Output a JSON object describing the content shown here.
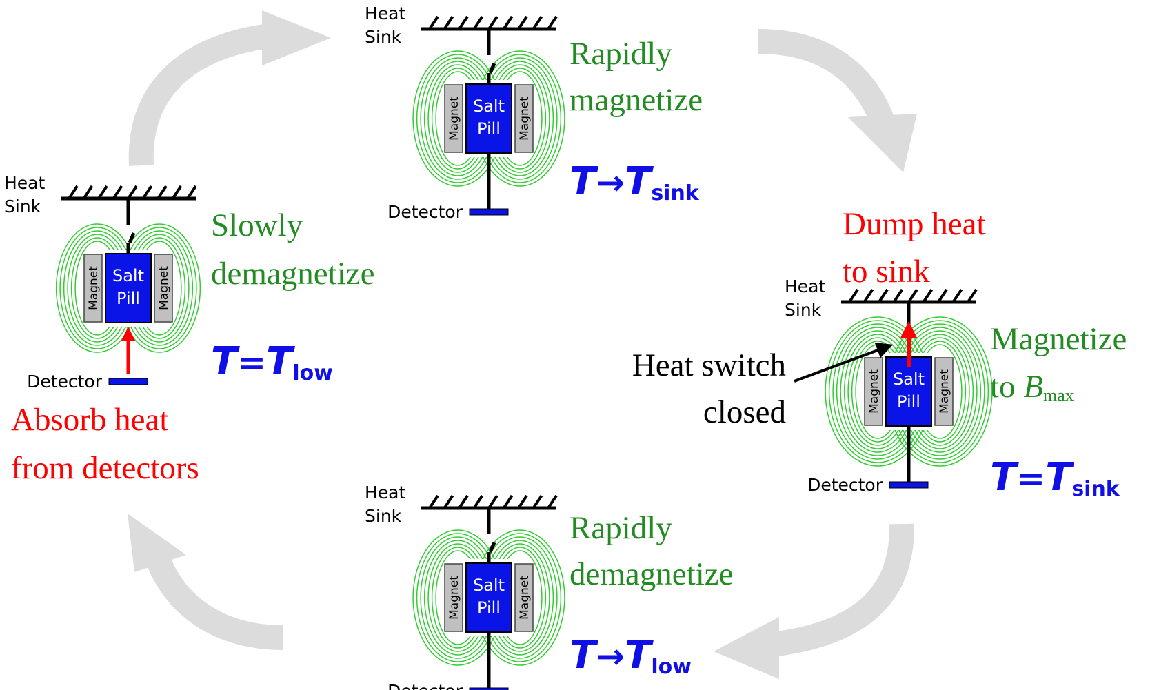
{
  "colors": {
    "cycle_arrow": "#dcdcdc",
    "salt_pill": "#0a14e6",
    "magnet": "#c0c0c0",
    "field_lines": "#33cc33",
    "heat_arrow": "#ff0000",
    "step_text": "#228b22",
    "heat_text": "#ff0000",
    "temp_text": "#1010e6",
    "detector": "#0a14e6"
  },
  "units": {
    "heat_sink_label": [
      "Heat",
      "Sink"
    ],
    "magnet_label": "Magnet",
    "salt_pill_label": [
      "Salt",
      "Pill"
    ],
    "detector_label": "Detector"
  },
  "steps": {
    "top": {
      "title": [
        "Rapidly",
        "magnetize"
      ],
      "temp": {
        "main": "T",
        "op": "→",
        "var": "T",
        "sub": "sink"
      }
    },
    "right": {
      "heat_note": [
        "Dump heat",
        "to sink"
      ],
      "title": [
        "Magnetize",
        "to "
      ],
      "bvar": "B",
      "bsub": "max",
      "temp": {
        "main": "T",
        "op": "=",
        "var": "T",
        "sub": "sink"
      },
      "switch_note": [
        "Heat switch",
        "closed"
      ]
    },
    "bottom": {
      "title": [
        "Rapidly",
        "demagnetize"
      ],
      "temp": {
        "main": "T",
        "op": "→",
        "var": "T",
        "sub": "low"
      }
    },
    "left": {
      "title": [
        "Slowly",
        "demagnetize"
      ],
      "temp": {
        "main": "T",
        "op": "=",
        "var": "T",
        "sub": "low"
      },
      "heat_note": [
        "Absorb heat",
        "from detectors"
      ]
    }
  }
}
